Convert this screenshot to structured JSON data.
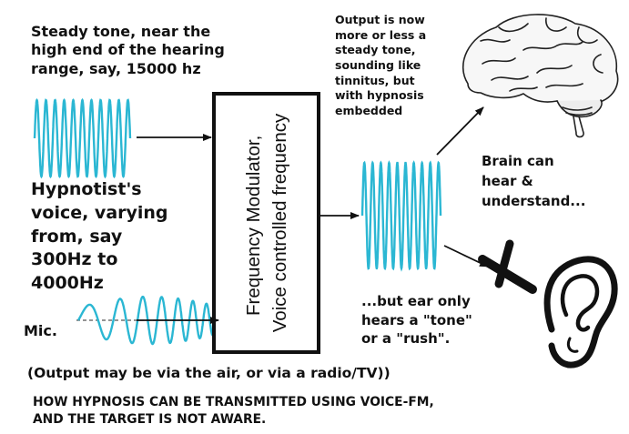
{
  "texts": {
    "carrier_label": "Steady tone, near the\nhigh end of the hearing\nrange, say, 15000 hz",
    "voice_label": "Hypnotist's\nvoice, varying\nfrom, say\n300Hz to\n4000Hz",
    "mic_label": "Mic.",
    "modulator_label": "Frequency Modulator,\nVoice controlled frequency",
    "output_label": "Output is now\nmore or less a\nsteady tone,\nsounding like\ntinnitus, but\nwith hypnosis\nembedded",
    "brain_label": "Brain can\nhear &\nunderstand...",
    "ear_label": "...but ear only\nhears a \"tone\"\nor a \"rush\".",
    "note": "(Output may be via the air, or via a radio/TV))",
    "caption": "HOW HYPNOSIS CAN BE TRANSMITTED  USING VOICE-FM,\nAND THE TARGET IS NOT AWARE."
  },
  "icons": {
    "brain": "brain-icon",
    "ear": "ear-icon",
    "cross": "x-mark-icon"
  },
  "colors": {
    "wave": "#2bb7d3",
    "ink": "#111111"
  }
}
